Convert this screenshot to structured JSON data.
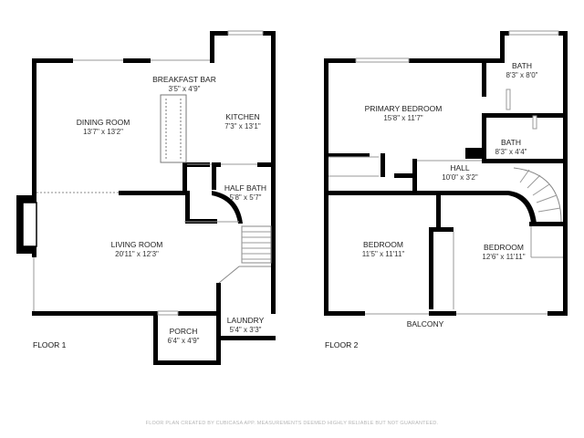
{
  "floors": [
    {
      "label": "FLOOR 1",
      "rooms": [
        {
          "name": "BREAKFAST BAR",
          "dims": "3'5\" x 4'9\""
        },
        {
          "name": "DINING ROOM",
          "dims": "13'7\" x 13'2\""
        },
        {
          "name": "KITCHEN",
          "dims": "7'3\" x 13'1\""
        },
        {
          "name": "HALF BATH",
          "dims": "5'8\" x 5'7\""
        },
        {
          "name": "LIVING ROOM",
          "dims": "20'11\" x 12'3\""
        },
        {
          "name": "PORCH",
          "dims": "6'4\" x 4'9\""
        },
        {
          "name": "LAUNDRY",
          "dims": "5'4\" x 3'3\""
        }
      ]
    },
    {
      "label": "FLOOR 2",
      "rooms": [
        {
          "name": "BATH",
          "dims": "8'3\" x 8'0\""
        },
        {
          "name": "PRIMARY BEDROOM",
          "dims": "15'8\" x 11'7\""
        },
        {
          "name": "BATH",
          "dims": "8'3\" x 4'4\""
        },
        {
          "name": "HALL",
          "dims": "10'0\" x 3'2\""
        },
        {
          "name": "BEDROOM",
          "dims": "11'5\" x 11'11\""
        },
        {
          "name": "BEDROOM",
          "dims": "12'6\" x 11'11\""
        }
      ],
      "extra_label": "BALCONY"
    }
  ],
  "disclaimer": "FLOOR PLAN CREATED BY CUBICASA APP. MEASUREMENTS DEEMED HIGHLY RELIABLE BUT NOT GUARANTEED."
}
